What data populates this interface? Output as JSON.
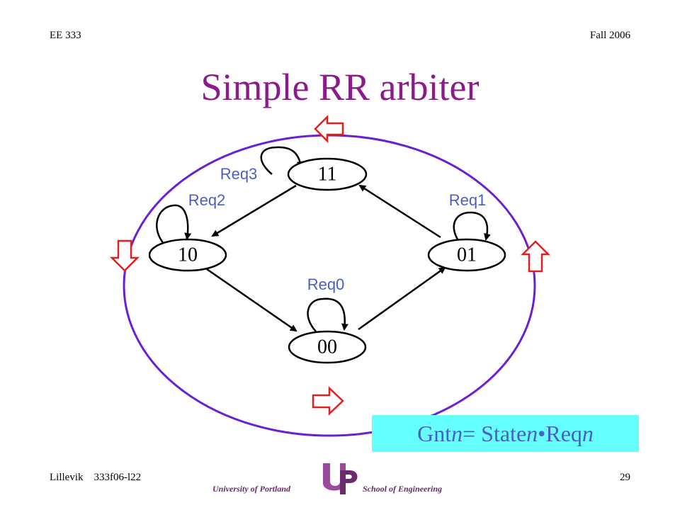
{
  "header": {
    "left": "EE 333",
    "right": "Fall 2006"
  },
  "title": "Simple RR arbiter",
  "diagram": {
    "states": [
      "11",
      "10",
      "01",
      "00"
    ],
    "requests": [
      "Req3",
      "Req2",
      "Req1",
      "Req0"
    ]
  },
  "formula": {
    "prefix": "Gnt",
    "n1": "n",
    "mid": " = State",
    "n2": "n",
    "dot": " •Req",
    "n3": "n"
  },
  "footer": {
    "author": "Lillevik",
    "file": "333f06-l22",
    "page": "29"
  },
  "logo": {
    "left": "University of Portland",
    "right": "School of Engineering"
  },
  "colors": {
    "title": "#8b1a8b",
    "ring": "#6a1fd6",
    "arrow": "#e02020",
    "label": "#4a5fc1",
    "box": "#66ffff"
  }
}
